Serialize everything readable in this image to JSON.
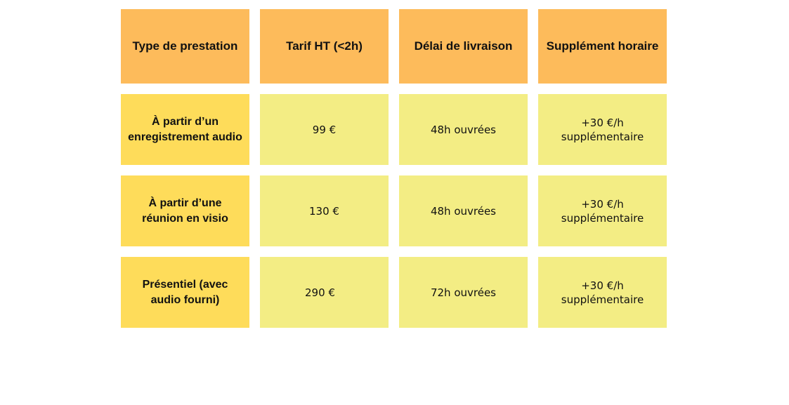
{
  "header": [
    "Type de prestation",
    "Tarif HT (<2h)",
    "Délai de livraison",
    "Supplément horaire"
  ],
  "rows": [
    {
      "type": "À partir d’un enregistrement audio",
      "price": "99 €",
      "delay": "48h ouvrées",
      "extra": "+30 €/h supplémentaire"
    },
    {
      "type": "À partir d’une réunion en visio",
      "price": "130 €",
      "delay": "48h ouvrées",
      "extra": "+30 €/h supplémentaire"
    },
    {
      "type": "Présentiel (avec audio fourni)",
      "price": "290 €",
      "delay": "72h ouvrées",
      "extra": "+30 €/h supplémentaire"
    }
  ],
  "colors": {
    "header_bg": "#fdbb5b",
    "type_bg": "#fedc5a",
    "value_bg": "#f3ed84"
  }
}
